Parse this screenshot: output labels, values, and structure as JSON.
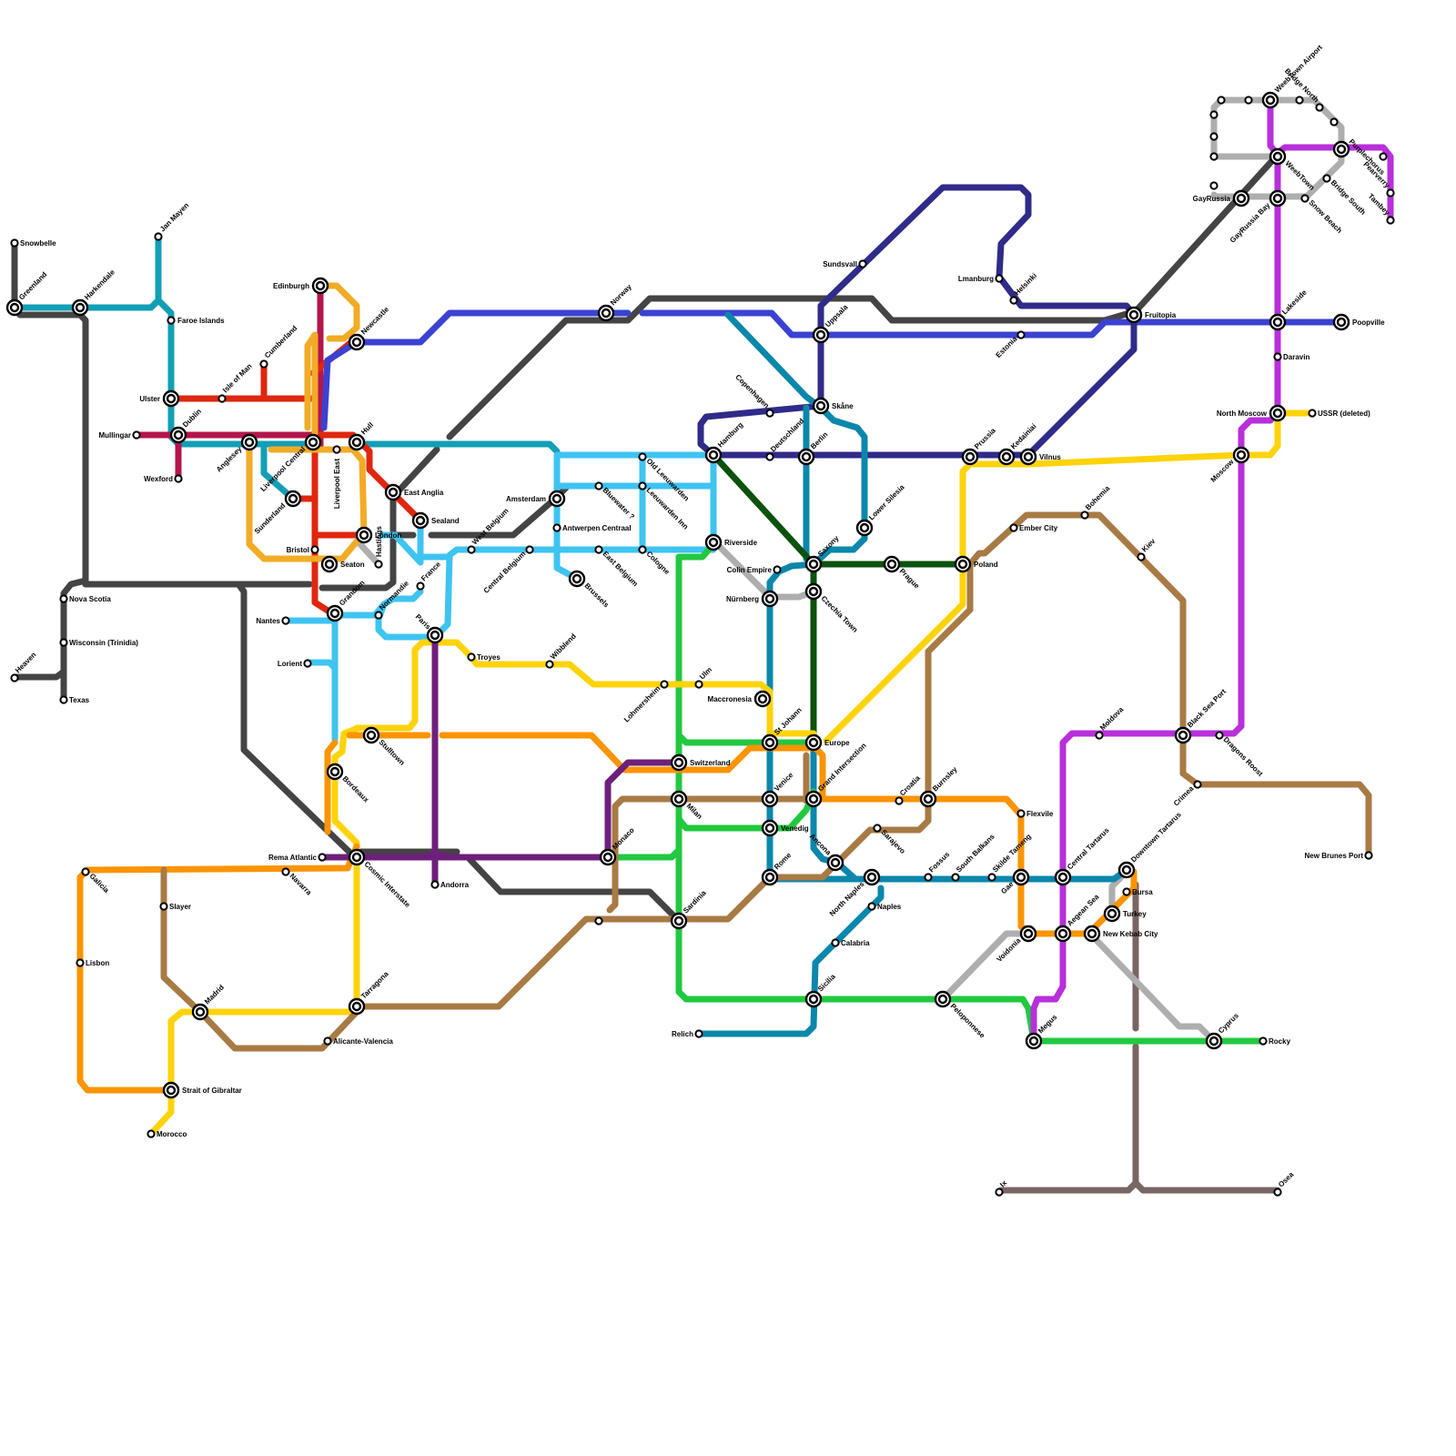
{
  "map": {
    "lines": [
      {
        "id": "dark-grey",
        "color": "#444444"
      },
      {
        "id": "teal",
        "color": "#129fb5"
      },
      {
        "id": "crimson",
        "color": "#b5154b"
      },
      {
        "id": "red",
        "color": "#e0260e"
      },
      {
        "id": "amber",
        "color": "#f2ab25"
      },
      {
        "id": "royal-blue",
        "color": "#3b42d2"
      },
      {
        "id": "sky-blue",
        "color": "#3ec4f1"
      },
      {
        "id": "navy",
        "color": "#302b89"
      },
      {
        "id": "petrol",
        "color": "#0b87ab"
      },
      {
        "id": "forest-green",
        "color": "#0c520d"
      },
      {
        "id": "green",
        "color": "#21c940"
      },
      {
        "id": "yellow",
        "color": "#fed30a"
      },
      {
        "id": "orange",
        "color": "#fb9402"
      },
      {
        "id": "brown",
        "color": "#a87a44"
      },
      {
        "id": "purple",
        "color": "#6e1f7b"
      },
      {
        "id": "violet",
        "color": "#b82fdb"
      },
      {
        "id": "light-grey",
        "color": "#aeaeae"
      },
      {
        "id": "taupe",
        "color": "#786663"
      }
    ],
    "stations": [
      {
        "name": "Snowbelle"
      },
      {
        "name": "Greenland"
      },
      {
        "name": "Harkendale"
      },
      {
        "name": "Jan Mayen"
      },
      {
        "name": "Faroe Islands"
      },
      {
        "name": "Ulster"
      },
      {
        "name": "Isle of Man"
      },
      {
        "name": "Cumberland"
      },
      {
        "name": "Mullingar"
      },
      {
        "name": "Dublin"
      },
      {
        "name": "Wexford"
      },
      {
        "name": "Anglesey"
      },
      {
        "name": "Liverpool Central"
      },
      {
        "name": "Liverpool East"
      },
      {
        "name": "Hull"
      },
      {
        "name": "Edinburgh"
      },
      {
        "name": "Newcastle"
      },
      {
        "name": "Sunderland"
      },
      {
        "name": "East Anglia"
      },
      {
        "name": "Sealand"
      },
      {
        "name": "Bristol"
      },
      {
        "name": "Seaton"
      },
      {
        "name": "London"
      },
      {
        "name": "Hastings"
      },
      {
        "name": "Grandom"
      },
      {
        "name": "Normandie"
      },
      {
        "name": "France"
      },
      {
        "name": "Nantes"
      },
      {
        "name": "Lorient"
      },
      {
        "name": "Paris"
      },
      {
        "name": "Troyes"
      },
      {
        "name": "Nova Scotia"
      },
      {
        "name": "Wisconsin (Trinidia)"
      },
      {
        "name": "Heaven"
      },
      {
        "name": "Texas"
      },
      {
        "name": "Stulltown"
      },
      {
        "name": "Bordeaux"
      },
      {
        "name": "Rema Atlantic"
      },
      {
        "name": "Cosmic Interstate"
      },
      {
        "name": "Andorra"
      },
      {
        "name": "Galicia"
      },
      {
        "name": "Navarra"
      },
      {
        "name": "Slayer"
      },
      {
        "name": "Lisbon"
      },
      {
        "name": "Madrid"
      },
      {
        "name": "Tarragona"
      },
      {
        "name": "Alicante-Valencia"
      },
      {
        "name": "Strait of Gibraltar"
      },
      {
        "name": "Morocco"
      },
      {
        "name": "West Belgium"
      },
      {
        "name": "Central Belgium"
      },
      {
        "name": "Amsterdam"
      },
      {
        "name": "Antwerpen Centraal"
      },
      {
        "name": "Brussels"
      },
      {
        "name": "Bluewater ?"
      },
      {
        "name": "East Belgium"
      },
      {
        "name": "Old Leeuwarden"
      },
      {
        "name": "Leeuwarden Inn"
      },
      {
        "name": "Cologne"
      },
      {
        "name": "Norway"
      },
      {
        "name": "Wibblend"
      },
      {
        "name": "Lohmersheim"
      },
      {
        "name": "Ulm"
      },
      {
        "name": "Hamburg"
      },
      {
        "name": "Riverside"
      },
      {
        "name": "Colin Empire"
      },
      {
        "name": "Nürnberg"
      },
      {
        "name": "Maccronesia"
      },
      {
        "name": "Switzerland"
      },
      {
        "name": "Milan"
      },
      {
        "name": "Monaco"
      },
      {
        "name": "Sardinia"
      },
      {
        "name": "St Johann"
      },
      {
        "name": "Venice"
      },
      {
        "name": "Venedig"
      },
      {
        "name": "Rome"
      },
      {
        "name": "Copenhagen"
      },
      {
        "name": "Deutschland"
      },
      {
        "name": "Berlin"
      },
      {
        "name": "Skåne"
      },
      {
        "name": "Uppsala"
      },
      {
        "name": "Sundsvall"
      },
      {
        "name": "Saxony"
      },
      {
        "name": "Czechia Town"
      },
      {
        "name": "Europe"
      },
      {
        "name": "Grand Intersection"
      },
      {
        "name": "Ancona"
      },
      {
        "name": "North Naples"
      },
      {
        "name": "Naples"
      },
      {
        "name": "Calabria"
      },
      {
        "name": "Sicilia"
      },
      {
        "name": "Relich"
      },
      {
        "name": "Lower Silesia"
      },
      {
        "name": "Prague"
      },
      {
        "name": "Sarajevo"
      },
      {
        "name": "Croatia"
      },
      {
        "name": "Burnsley"
      },
      {
        "name": "Fossus"
      },
      {
        "name": "South Balkans"
      },
      {
        "name": "Skilde Tameng"
      },
      {
        "name": "Gae"
      },
      {
        "name": "Flexvile"
      },
      {
        "name": "Voidonia"
      },
      {
        "name": "Peloponnese"
      },
      {
        "name": "Poland"
      },
      {
        "name": "Ember City"
      },
      {
        "name": "Bohemia"
      },
      {
        "name": "Prussia"
      },
      {
        "name": "Kedainiai"
      },
      {
        "name": "Vilnus"
      },
      {
        "name": "Lmanburg"
      },
      {
        "name": "Helsinki"
      },
      {
        "name": "Estonia"
      },
      {
        "name": "Fruitopia"
      },
      {
        "name": "Kiev"
      },
      {
        "name": "Moldova"
      },
      {
        "name": "Black Sea Port"
      },
      {
        "name": "Dragons Roost"
      },
      {
        "name": "Crimea"
      },
      {
        "name": "New Brunes Port"
      },
      {
        "name": "Central Tartarus"
      },
      {
        "name": "Aegean Sea"
      },
      {
        "name": "New Kebab City"
      },
      {
        "name": "Downtown Tartarus"
      },
      {
        "name": "Bursa"
      },
      {
        "name": "Turkey"
      },
      {
        "name": "Megus"
      },
      {
        "name": "Cyprus"
      },
      {
        "name": "Rocky"
      },
      {
        "name": "Ix"
      },
      {
        "name": "Osea"
      },
      {
        "name": "Moscow"
      },
      {
        "name": "North Moscow"
      },
      {
        "name": "USSR (deleted)"
      },
      {
        "name": "Daravin"
      },
      {
        "name": "Lakeside"
      },
      {
        "name": "Poopville"
      },
      {
        "name": "GayRussia"
      },
      {
        "name": "GayRussia Bay"
      },
      {
        "name": "WeebTown"
      },
      {
        "name": "WeebTown Airport"
      },
      {
        "name": "Bridge North"
      },
      {
        "name": "Purplechorus"
      },
      {
        "name": "Pearverry"
      },
      {
        "name": "Tambey"
      },
      {
        "name": "Bridge South"
      },
      {
        "name": "Snow Beach"
      }
    ]
  }
}
